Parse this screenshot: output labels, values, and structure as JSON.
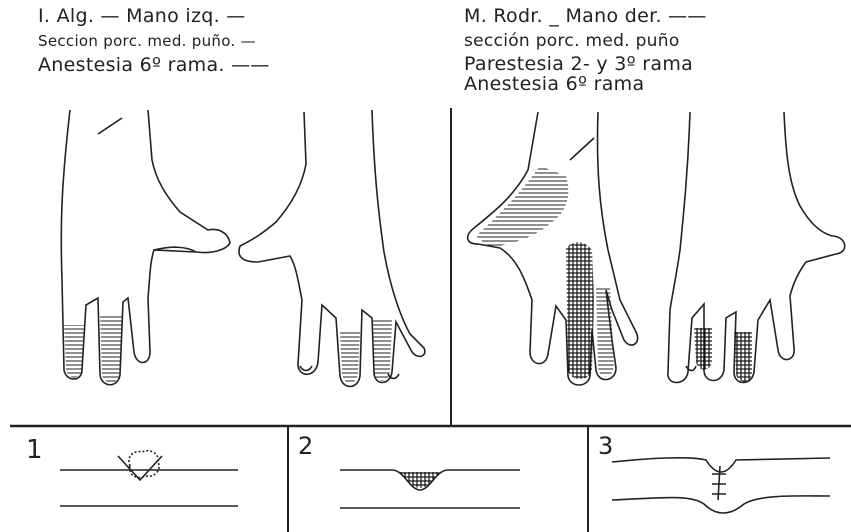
{
  "left_case": {
    "line1": "I. Alg. — Mano izq. —",
    "line2": "Seccion porc. med. puño. —",
    "line3": "Anestesia 6º rama. ——"
  },
  "right_case": {
    "line1": "M. Rodr. _ Mano der. ——",
    "line2": "sección porc. med. puño",
    "line3": "Parestesia 2- y 3º rama",
    "line4": "Anestesia 6º rama"
  },
  "panels": [
    {
      "number": "1"
    },
    {
      "number": "2"
    },
    {
      "number": "3"
    }
  ],
  "colors": {
    "ink": "#222222",
    "paper": "#ffffff"
  }
}
